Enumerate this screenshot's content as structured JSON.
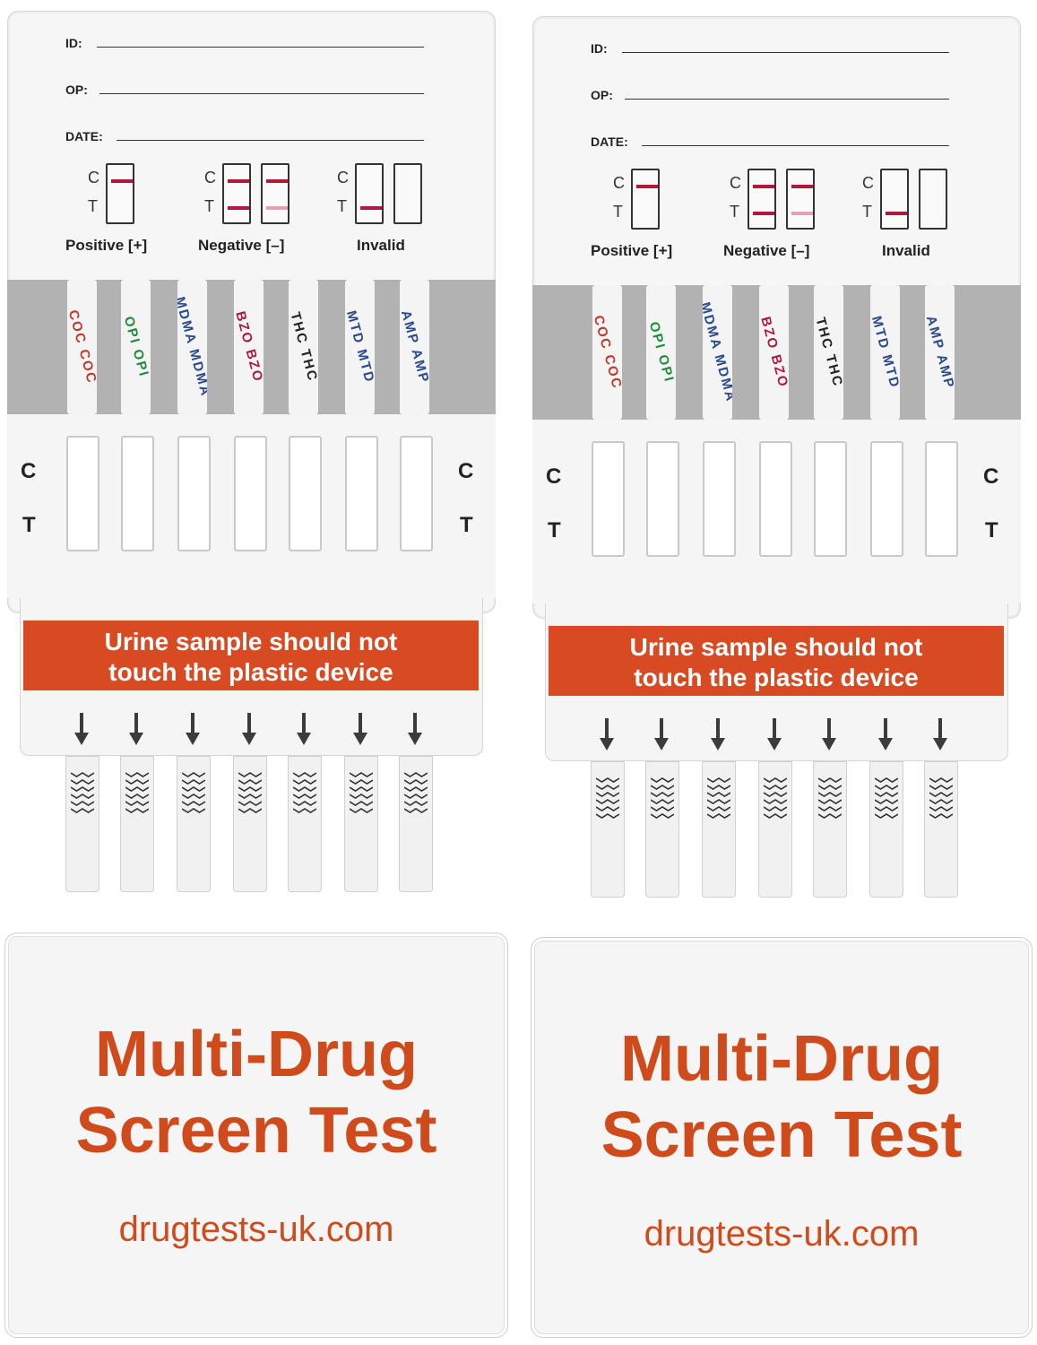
{
  "devices": [
    {
      "form": {
        "id_label": "ID:",
        "op_label": "OP:",
        "date_label": "DATE:"
      },
      "legend": {
        "c": "C",
        "t": "T",
        "positive": "Positive [+]",
        "negative": "Negative [–]",
        "invalid": "Invalid"
      },
      "strips": [
        {
          "text": "COC COC",
          "color": "#c0392b"
        },
        {
          "text": "OPI OPI",
          "color": "#1f8a3a"
        },
        {
          "text": "MDMA MDMA",
          "color": "#2b4a8c"
        },
        {
          "text": "BZO BZO",
          "color": "#b0193a"
        },
        {
          "text": "THC THC",
          "color": "#222222"
        },
        {
          "text": "MTD MTD",
          "color": "#2b4a8c"
        },
        {
          "text": "AMP AMP",
          "color": "#2b4a8c"
        }
      ],
      "side_c": "C",
      "side_t": "T",
      "warning_line1": "Urine sample should not",
      "warning_line2": "touch the plastic device"
    },
    {
      "form": {
        "id_label": "ID:",
        "op_label": "OP:",
        "date_label": "DATE:"
      },
      "legend": {
        "c": "C",
        "t": "T",
        "positive": "Positive [+]",
        "negative": "Negative [–]",
        "invalid": "Invalid"
      },
      "strips": [
        {
          "text": "COC COC",
          "color": "#c0392b"
        },
        {
          "text": "OPI OPI",
          "color": "#1f8a3a"
        },
        {
          "text": "MDMA MDMA",
          "color": "#2b4a8c"
        },
        {
          "text": "BZO BZO",
          "color": "#b0193a"
        },
        {
          "text": "THC THC",
          "color": "#222222"
        },
        {
          "text": "MTD MTD",
          "color": "#2b4a8c"
        },
        {
          "text": "AMP AMP",
          "color": "#2b4a8c"
        }
      ],
      "side_c": "C",
      "side_t": "T",
      "warning_line1": "Urine sample should not",
      "warning_line2": "touch the plastic device"
    }
  ],
  "covers": [
    {
      "line1": "Multi-Drug",
      "line2": "Screen Test",
      "url": "drugtests-uk.com"
    },
    {
      "line1": "Multi-Drug",
      "line2": "Screen Test",
      "url": "drugtests-uk.com"
    }
  ],
  "colors": {
    "accent_orange": "#d84a21",
    "band_red": "#b3173a",
    "gray_band": "#b2b2b2"
  }
}
